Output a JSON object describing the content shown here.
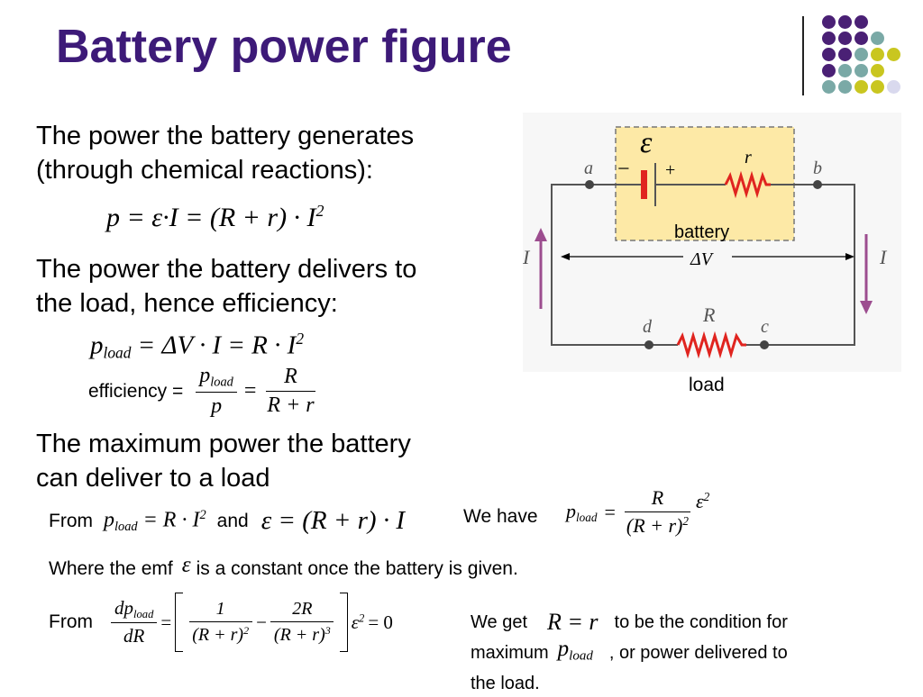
{
  "title": "Battery power figure",
  "colors": {
    "title": "#3d1a78",
    "purple": "#4a2075",
    "teal": "#7aa9a6",
    "yellow": "#c9c620",
    "lavender": "#d9d9ee",
    "battery_box": "#fde9a6",
    "resistor": "#e0241f",
    "arrow_purple": "#9c4d8f"
  },
  "p1": [
    "The power the battery generates",
    "(through chemical reactions):"
  ],
  "eq1": {
    "p": "p",
    "eq": "=",
    "eps": "ε",
    "dot": "·",
    "I": "I",
    "rhs": "(R + r) · I",
    "exp": "2"
  },
  "p2": [
    "The power the battery delivers to",
    "the load, hence efficiency:"
  ],
  "eq2": {
    "p": "p",
    "sub": "load",
    "rhs": "= ΔV · I = R · I",
    "exp": "2"
  },
  "eq3": {
    "label": "efficiency =",
    "num1": "p",
    "num1_sub": "load",
    "den1": "p",
    "eq": "=",
    "num2": "R",
    "den2": "R + r"
  },
  "p3": [
    "The maximum power the battery",
    "can deliver to a load"
  ],
  "line4": {
    "from": "From",
    "p": "p",
    "sub": "load",
    "rhs": "= R · I",
    "exp": "2",
    "and": "and",
    "eps": "ε",
    "eps_rhs": "= (R + r) · I",
    "we_have": "We have",
    "wh_p": "p",
    "wh_sub": "load",
    "wh_eq": "=",
    "wh_num": "R",
    "wh_den": "(R + r)",
    "wh_den_exp": "2",
    "wh_eps": "ε",
    "wh_eps_exp": "2"
  },
  "line5": {
    "text1": "Where the emf",
    "eps": "ε",
    "text2": "is a constant once the battery is given."
  },
  "line6": {
    "from": "From",
    "dp": "dp",
    "dp_sub": "load",
    "dR": "dR",
    "eq": "=",
    "t1_num": "1",
    "t1_den": "(R + r)",
    "t1_exp": "2",
    "minus": "−",
    "t2_num": "2R",
    "t2_den": "(R + r)",
    "t2_exp": "3",
    "eps": "ε",
    "eps_exp": "2",
    "eq_zero": "= 0"
  },
  "conclusion": {
    "we_get": "We get",
    "eq": "R = r",
    "text1": "to be the condition for",
    "maximum": "maximum",
    "p": "p",
    "sub": "load",
    "text2": ", or power delivered to",
    "text3": "the load."
  },
  "circuit": {
    "emf": "ε",
    "r": "r",
    "a": "a",
    "b": "b",
    "minus": "−",
    "plus": "+",
    "battery": "battery",
    "dV": "ΔV",
    "I_left": "I",
    "I_right": "I",
    "d": "d",
    "c": "c",
    "R": "R",
    "load": "load"
  }
}
